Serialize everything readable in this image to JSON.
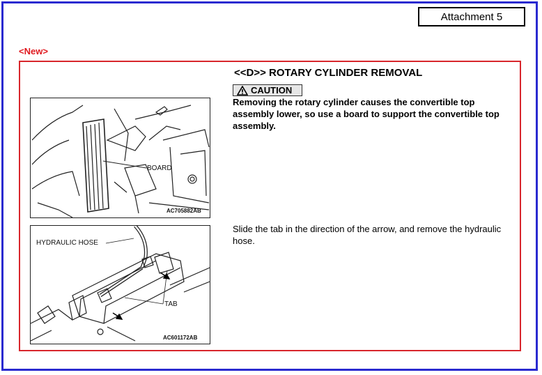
{
  "header": {
    "attachment_label": "Attachment 5",
    "new_tag": "<New>"
  },
  "section": {
    "title": "<<D>> ROTARY CYLINDER REMOVAL",
    "caution_label": "CAUTION",
    "caution_text": "Removing the rotary cylinder causes the convertible top assembly lower, so use a board to support the convertible top assembly.",
    "step_text": "Slide the tab in the direction of the arrow, and remove the hydraulic hose."
  },
  "figure1": {
    "callout_board": "BOARD",
    "code": "AC705882AB"
  },
  "figure2": {
    "callout_hose": "HYDRAULIC HOSE",
    "callout_tab": "TAB",
    "code": "AC601172AB"
  },
  "colors": {
    "page_border": "#2a2ad0",
    "content_border": "#d8262c",
    "new_tag": "#e0191f"
  }
}
